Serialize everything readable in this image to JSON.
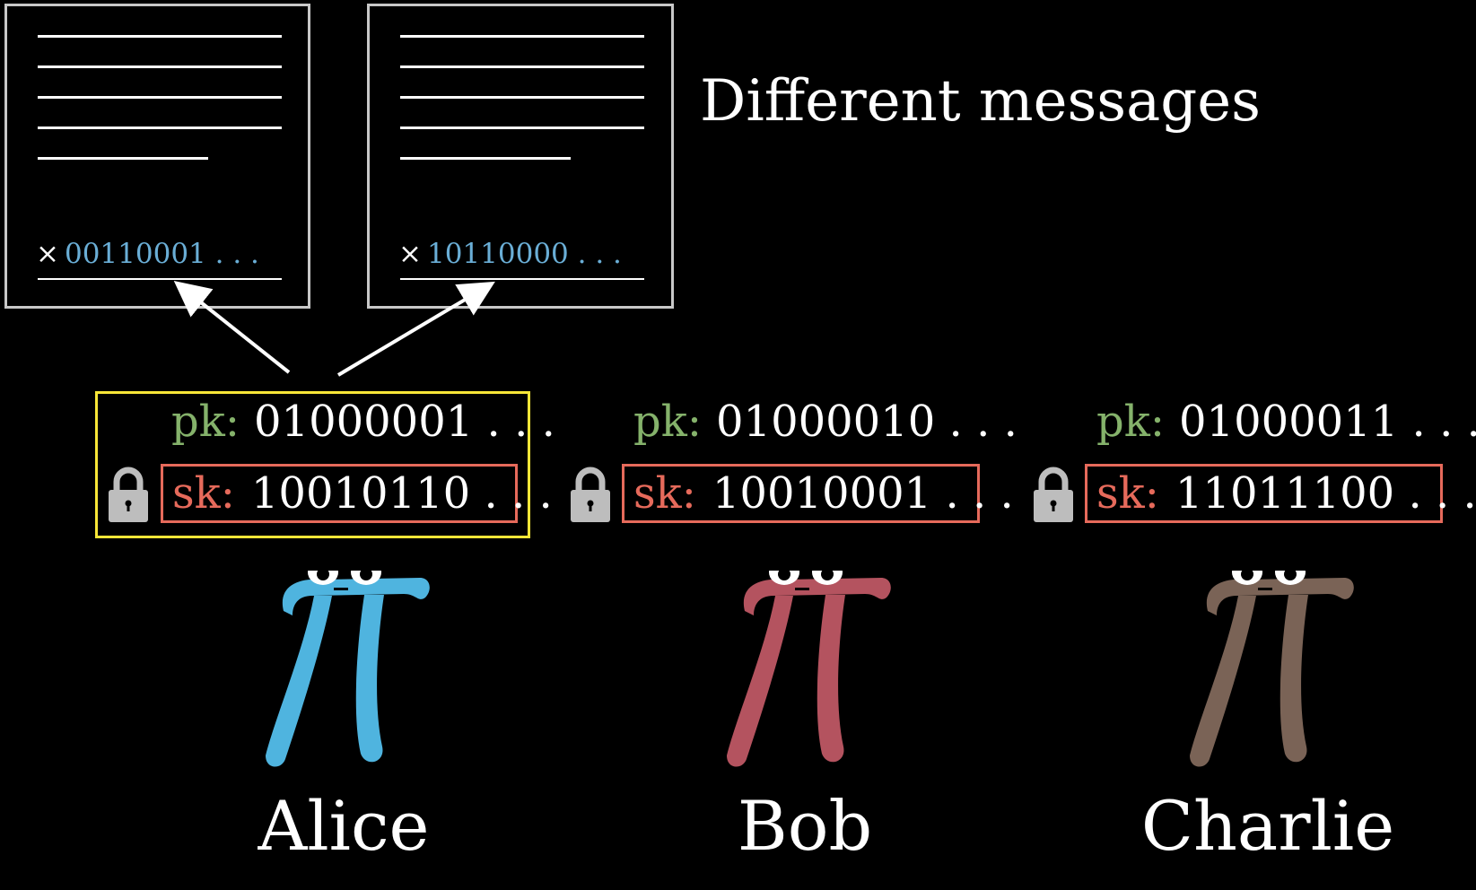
{
  "title": "Different messages",
  "documents": [
    {
      "signature": "00110001 . . .",
      "cross": "×"
    },
    {
      "signature": "10110000 . . .",
      "cross": "×"
    }
  ],
  "people": [
    {
      "name": "Alice",
      "pk_label": "pk:",
      "pk_value": "01000001 . . .",
      "sk_label": "sk:",
      "sk_value": "10010110 . . .",
      "color": "#4fb4df",
      "selected": true
    },
    {
      "name": "Bob",
      "pk_label": "pk:",
      "pk_value": "01000010 . . .",
      "sk_label": "sk:",
      "sk_value": "10010001 . . .",
      "color": "#b4535f",
      "selected": false
    },
    {
      "name": "Charlie",
      "pk_label": "pk:",
      "pk_value": "01000011 . . .",
      "sk_label": "sk:",
      "sk_value": "11011100 . . .",
      "color": "#7a6356",
      "selected": false
    }
  ],
  "colors": {
    "background": "#000000",
    "pk_label": "#85b26b",
    "sk_label": "#e66a5b",
    "signature": "#6aaed6",
    "selection": "#f7e637",
    "lock": "#bdbdbd"
  },
  "icons": {
    "lock": "lock-icon",
    "pi_character": "pi-creature-icon",
    "arrow": "arrow-icon"
  }
}
